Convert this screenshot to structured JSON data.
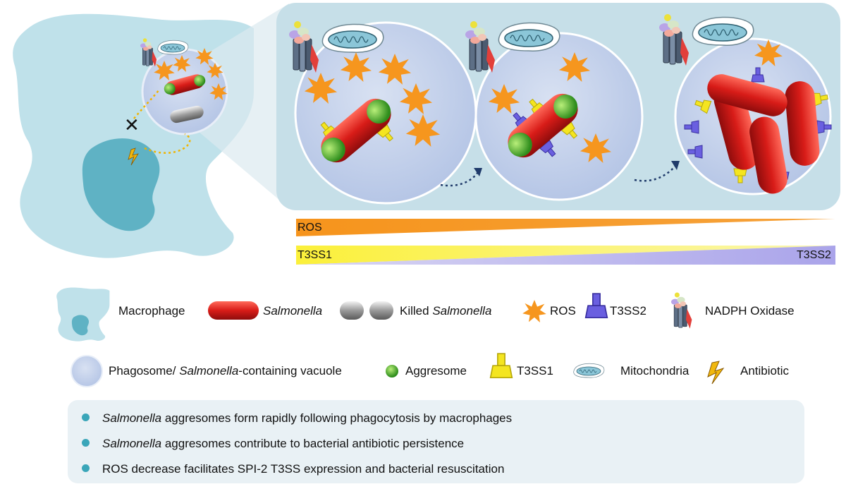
{
  "gradients": {
    "ros_label": "ROS",
    "t3ss1_label": "T3SS1",
    "t3ss2_label": "T3SS2"
  },
  "legend": {
    "row1": [
      {
        "pre": "",
        "em": "",
        "post": "Macrophage"
      },
      {
        "pre": "",
        "em": "Salmonella",
        "post": ""
      },
      {
        "pre": "Killed ",
        "em": "Salmonella",
        "post": ""
      },
      {
        "pre": "",
        "em": "",
        "post": "ROS"
      },
      {
        "pre": "",
        "em": "",
        "post": "T3SS2"
      },
      {
        "pre": "",
        "em": "",
        "post": "NADPH Oxidase"
      }
    ],
    "row2": [
      {
        "pre": "Phagosome/ ",
        "em": "Salmonella",
        "post": "-containing vacuole"
      },
      {
        "pre": "",
        "em": "",
        "post": "Aggresome"
      },
      {
        "pre": "",
        "em": "",
        "post": "T3SS1"
      },
      {
        "pre": "",
        "em": "",
        "post": "Mitochondria"
      },
      {
        "pre": "",
        "em": "",
        "post": "Antibiotic"
      }
    ]
  },
  "summary": [
    {
      "em": "Salmonella",
      "text": " aggresomes form rapidly following phagocytosis by macrophages"
    },
    {
      "em": "Salmonella",
      "text": " aggresomes contribute to bacterial antibiotic persistence"
    },
    {
      "em": "",
      "text": "ROS decrease facilitates SPI-2 T3SS expression and bacterial resuscitation"
    }
  ],
  "colors": {
    "macrophage": "#bfe1ea",
    "nucleus": "#5fb2c4",
    "panel": "#c6dfe8",
    "vacuole": "#c9d5ec",
    "salmonella": "#e0201c",
    "aggresome": "#4caf2a",
    "ros": "#f6961e",
    "t3ss1": "#f4e520",
    "t3ss2": "#5b4fd0",
    "summary_bullet": "#3aa6b9"
  },
  "icons": [
    "macrophage-icon",
    "salmonella-icon",
    "killed-salmonella-icon",
    "ros-icon",
    "t3ss2-icon",
    "nadph-oxidase-icon",
    "vacuole-icon",
    "aggresome-icon",
    "t3ss1-icon",
    "mitochondria-icon",
    "antibiotic-icon"
  ]
}
